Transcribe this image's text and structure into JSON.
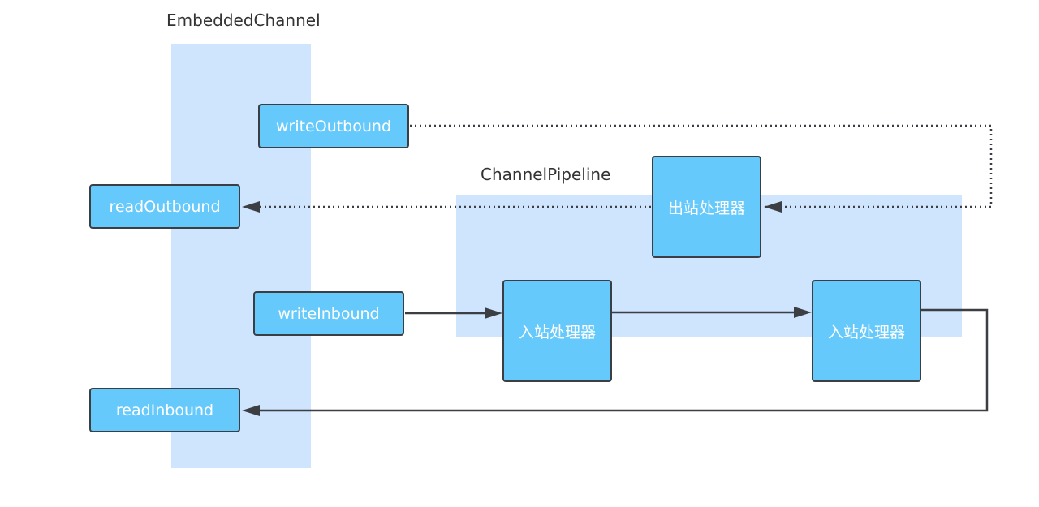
{
  "embedded_channel": {
    "title": "EmbeddedChannel"
  },
  "channel_pipeline": {
    "title": "ChannelPipeline"
  },
  "nodes": {
    "write_outbound": "writeOutbound",
    "read_outbound": "readOutbound",
    "write_inbound": "writeInbound",
    "read_inbound": "readInbound",
    "outbound_handler": "出站处理器",
    "inbound_handler_1": "入站处理器",
    "inbound_handler_2": "入站处理器"
  },
  "colors": {
    "region_fill": "#cfe4fd",
    "node_fill": "#66c9fb",
    "node_border": "#3b3f44",
    "connector": "#3b3f44",
    "title_text": "#333333"
  }
}
